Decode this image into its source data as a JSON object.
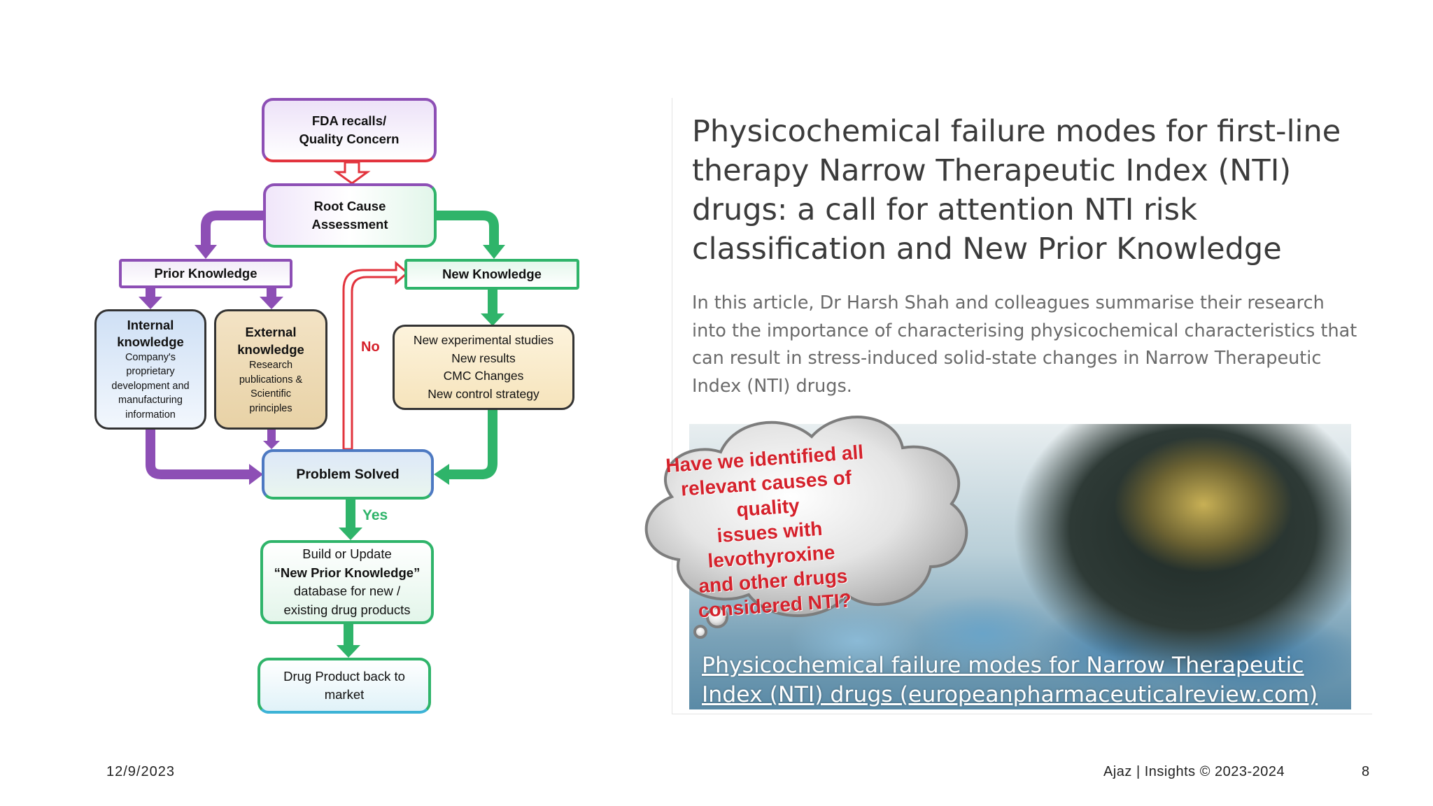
{
  "flowchart": {
    "fda_recalls": [
      "FDA recalls/",
      "Quality Concern"
    ],
    "root_cause": [
      "Root Cause",
      "Assessment"
    ],
    "prior_knowledge": "Prior Knowledge",
    "new_knowledge": "New Knowledge",
    "internal": {
      "title": [
        "Internal",
        "knowledge"
      ],
      "body": [
        "Company's",
        "proprietary",
        "development and",
        "manufacturing",
        "information"
      ]
    },
    "external": {
      "title": [
        "External",
        "knowledge"
      ],
      "body": [
        "Research",
        "publications &",
        "Scientific",
        "principles"
      ]
    },
    "new_studies": [
      "New experimental studies",
      "New results",
      "CMC Changes",
      "New control strategy"
    ],
    "no_label": "No",
    "problem_solved": "Problem Solved",
    "yes_label": "Yes",
    "build_update": {
      "line1": "Build or Update",
      "line2": "“New Prior Knowledge”",
      "line3": "database for new /",
      "line4": "existing drug products"
    },
    "back_to_market": [
      "Drug Product back to",
      "market"
    ],
    "colors": {
      "purple": "#8d4fb5",
      "green": "#2fb46a",
      "red": "#e2343e",
      "blue": "#4d79c2",
      "cyan": "#3db3d6",
      "no_red": "#d5212b",
      "yes_green": "#2fb46a"
    }
  },
  "article": {
    "title": "Physicochemical failure modes for first-line therapy Narrow Therapeutic Index (NTI) drugs: a call for attention NTI risk classification and New Prior Knowledge",
    "summary": "In this article, Dr Harsh Shah and colleagues summarise their research into the importance of characterising physicochemical characteristics that can result in stress-induced solid-state changes in Narrow Therapeutic Index (NTI) drugs.",
    "link_text": "Physicochemical failure modes for Narrow Therapeutic Index (NTI) drugs (europeanpharmaceuticalreview.com)"
  },
  "callout": {
    "lines": [
      "Have we identified all",
      "relevant causes of quality",
      "issues with levothyroxine",
      "and other drugs",
      "considered NTI?"
    ]
  },
  "footer": {
    "date": "12/9/2023",
    "brand": "Ajaz | Insights © 2023-2024",
    "page_number": "8"
  }
}
